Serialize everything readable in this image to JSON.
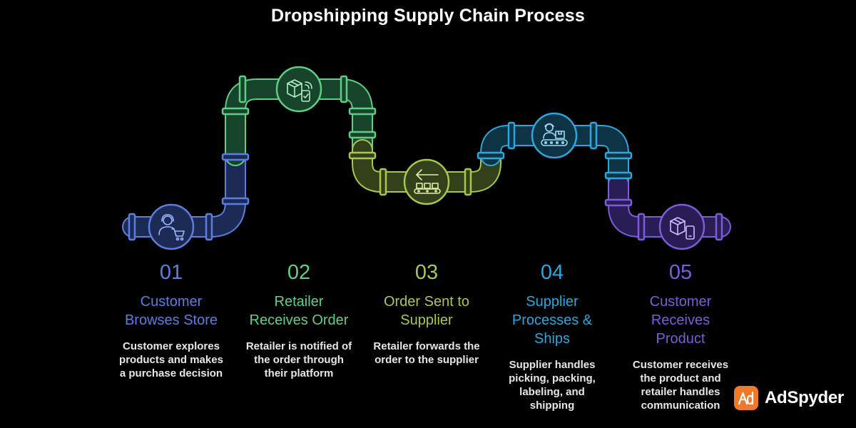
{
  "title": "Dropshipping Supply Chain Process",
  "colors": {
    "step1": "#5b7fe0",
    "step2": "#5fcf86",
    "step3": "#a6c94c",
    "step4": "#2aa8de",
    "step5": "#7e5cd9"
  },
  "steps": [
    {
      "number": "01",
      "heading_lines": [
        "Customer",
        "Browses Store"
      ],
      "desc_lines": [
        "Customer explores",
        "products and makes",
        "a purchase decision"
      ],
      "icon": "customer-shopping-cart-icon"
    },
    {
      "number": "02",
      "heading_lines": [
        "Retailer",
        "Receives Order"
      ],
      "desc_lines": [
        "Retailer is notified of",
        "the order through",
        "their platform"
      ],
      "icon": "package-received-icon"
    },
    {
      "number": "03",
      "heading_lines": [
        "Order Sent to",
        "Supplier"
      ],
      "desc_lines": [
        "Retailer forwards the",
        "order to the supplier"
      ],
      "icon": "forward-to-supplier-icon"
    },
    {
      "number": "04",
      "heading_lines": [
        "Supplier",
        "Processes &",
        "Ships"
      ],
      "desc_lines": [
        "Supplier handles",
        "picking, packing,",
        "labeling, and",
        "shipping"
      ],
      "icon": "worker-conveyor-icon"
    },
    {
      "number": "05",
      "heading_lines": [
        "Customer",
        "Receives",
        "Product"
      ],
      "desc_lines": [
        "Customer receives",
        "the product and",
        "retailer handles",
        "communication"
      ],
      "icon": "package-mobile-icon"
    }
  ],
  "brand": {
    "name": "AdSpyder",
    "logo_letters": "Ad"
  }
}
